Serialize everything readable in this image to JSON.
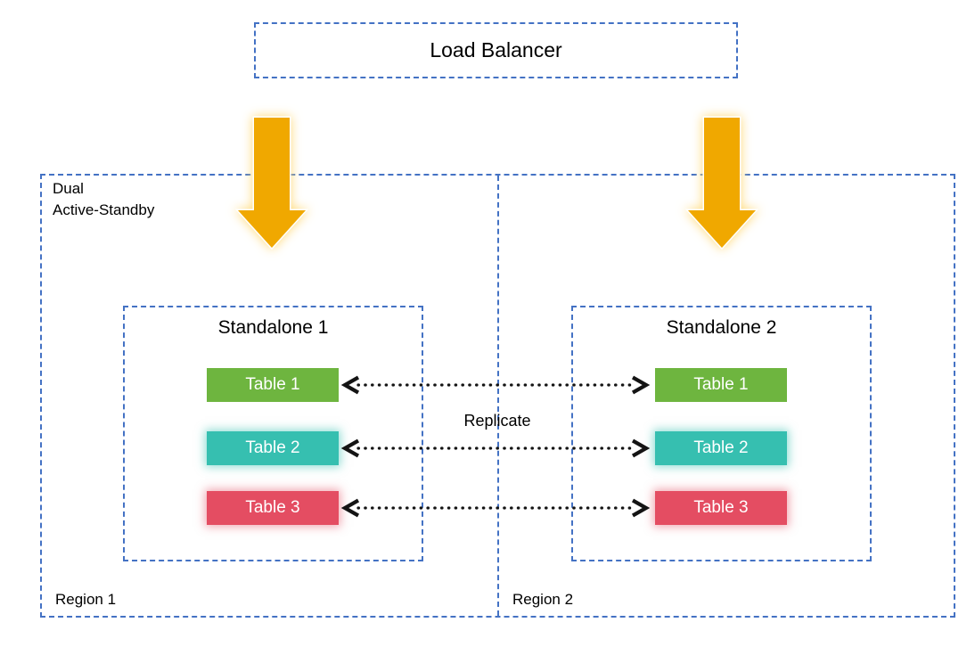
{
  "colors": {
    "background": "#FFFFFF",
    "border_blue": "#4472C4",
    "arrow_gold": "#F0A800",
    "arrow_glow": "#FFD978",
    "table1_green": "#6EB53F",
    "table2_teal": "#36BFB0",
    "table3_red": "#E44D62",
    "connector_black": "#141414",
    "text_black": "#000000",
    "table_text": "#FFFFFF"
  },
  "load_balancer": {
    "label": "Load Balancer"
  },
  "deployment": {
    "line1": "Dual",
    "line2": "Active-Standby"
  },
  "replication": {
    "label": "Replicate"
  },
  "regions": [
    {
      "label": "Region 1",
      "standalone": {
        "title": "Standalone 1",
        "tables": [
          "Table 1",
          "Table 2",
          "Table 3"
        ]
      }
    },
    {
      "label": "Region 2",
      "standalone": {
        "title": "Standalone 2",
        "tables": [
          "Table 1",
          "Table 2",
          "Table 3"
        ]
      }
    }
  ],
  "icons": {
    "down_arrow": "solid-down-arrow",
    "replication_arrow": "double-headed-dotted-arrow"
  }
}
